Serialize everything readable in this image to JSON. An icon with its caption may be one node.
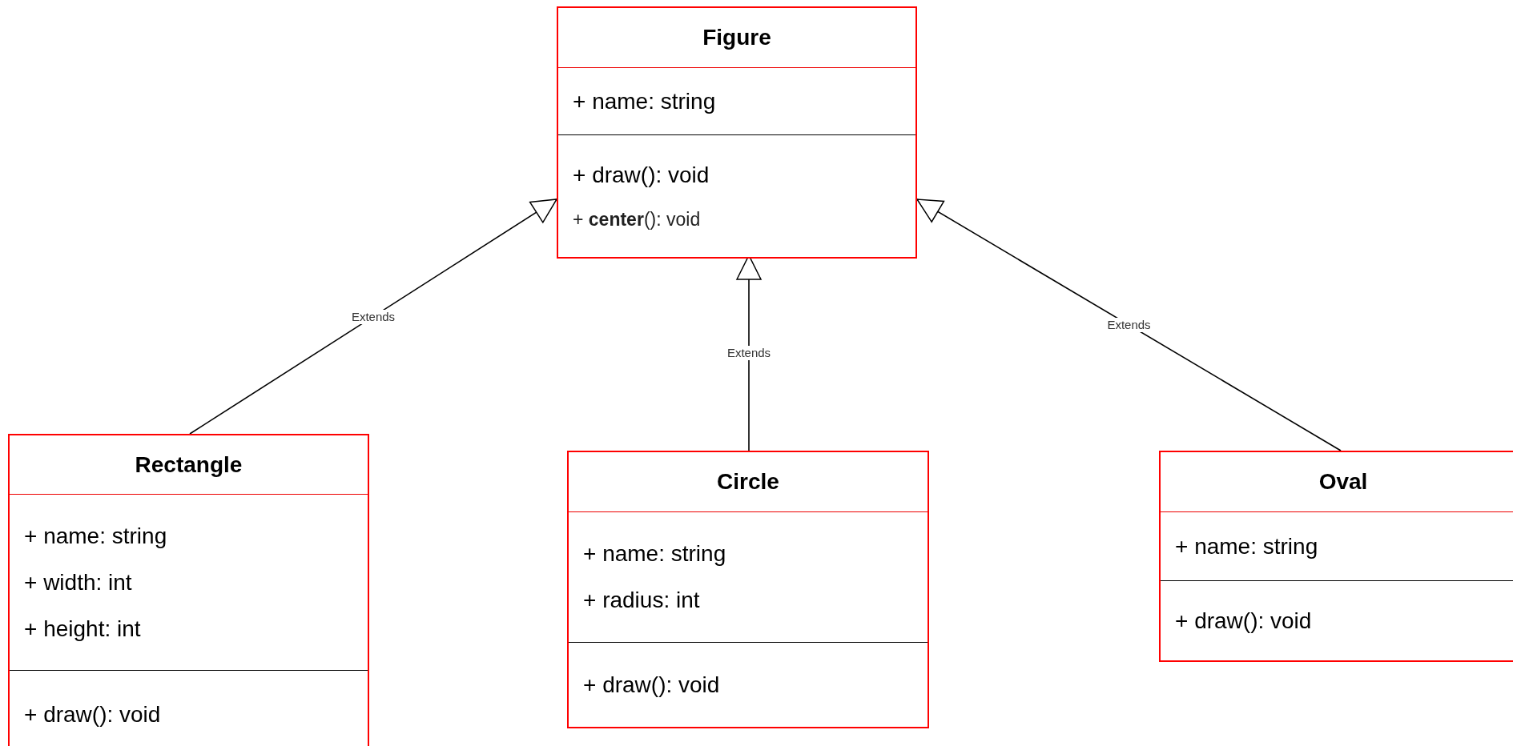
{
  "diagram": {
    "nodes": [
      {
        "text": [
          "Figure",
          "+ name: string",
          "+ draw(): void",
          "+ **center**(): void"
        ]
      },
      {
        "text": [
          "Rectangle",
          "+ name: string",
          "+ width: int",
          "+ height: int",
          "+ draw(): void"
        ]
      },
      {
        "text": [
          "Circle",
          "+ name: string",
          "+ radius: int",
          "+ draw(): void"
        ]
      },
      {
        "text": [
          "Oval",
          "+ name: string",
          "+ draw(): void"
        ]
      }
    ],
    "edges": [
      {
        "from": 1,
        "to": 0,
        "arrow": "to",
        "label": "Extends"
      },
      {
        "from": 2,
        "to": 0,
        "arrow": "to",
        "label": "Extends"
      },
      {
        "from": 3,
        "to": 0,
        "arrow": "to",
        "label": "Extends"
      }
    ]
  }
}
